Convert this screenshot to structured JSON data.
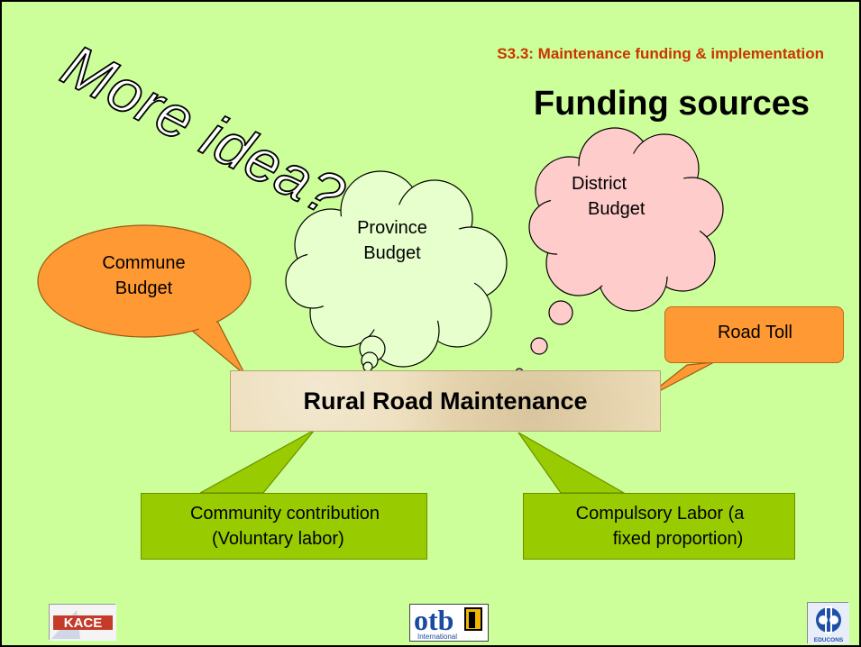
{
  "header": {
    "session": "S3.3: Maintenance funding  & implementation",
    "title": "Funding sources"
  },
  "wordart": "More idea?",
  "center": "Rural Road Maintenance",
  "callouts": {
    "commune": [
      "Commune",
      "Budget"
    ],
    "province": [
      "Province",
      "Budget"
    ],
    "district": [
      "District",
      "Budget"
    ],
    "road_toll": "Road Toll",
    "community": [
      "Community contribution",
      "(Voluntary labor)"
    ],
    "compulsory": [
      "Compulsory Labor (a",
      "fixed proportion)"
    ]
  },
  "logos": {
    "left": "KACE",
    "center": "otb",
    "center_sub": "International",
    "right": "EDUCONS"
  },
  "colors": {
    "background": "#ccff99",
    "header": "#cc3300",
    "orange": "#ff9933",
    "green": "#99cc00",
    "cloud_green": "#e6ffcc",
    "cloud_pink": "#ffcccc"
  }
}
